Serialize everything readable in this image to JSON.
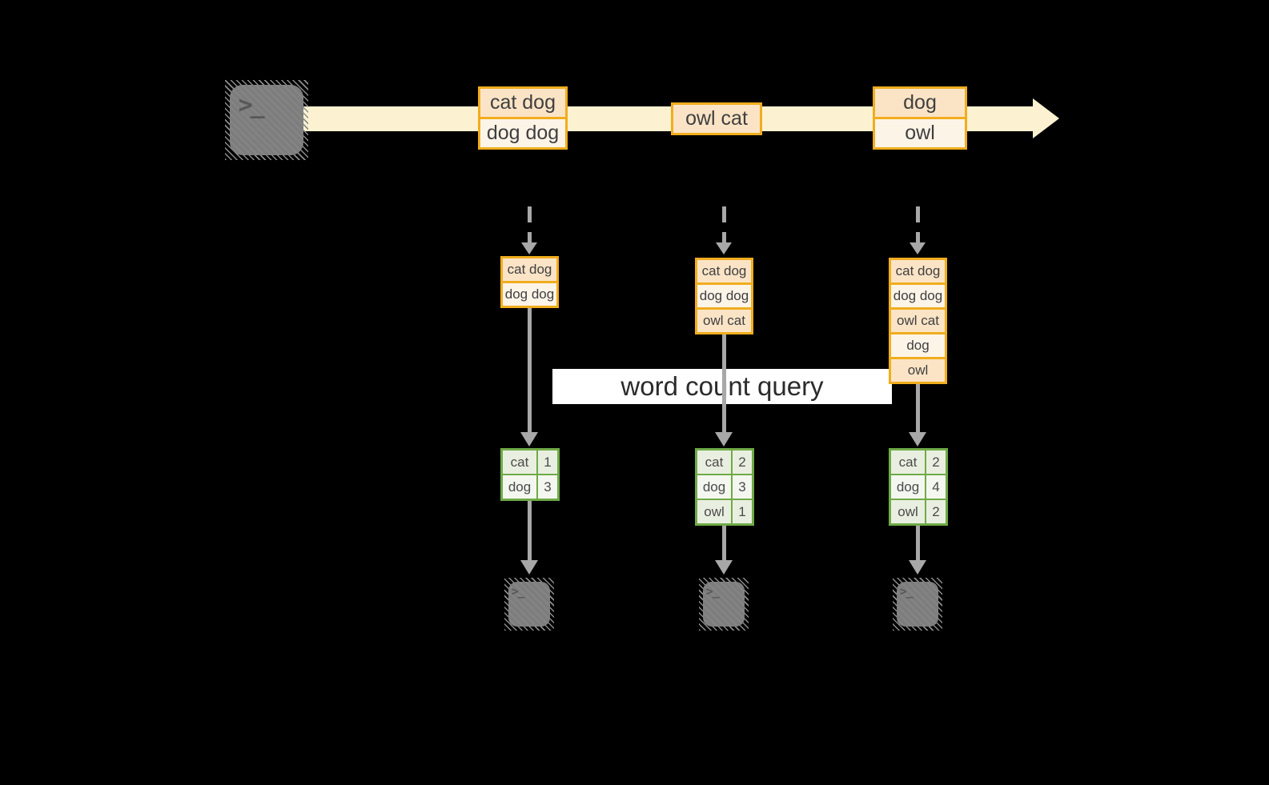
{
  "diagram": {
    "query_label": "word count query",
    "terminal_prompt": ">_",
    "stream_events": [
      {
        "rows": [
          "cat dog",
          "dog dog"
        ]
      },
      {
        "rows": [
          "owl cat"
        ]
      },
      {
        "rows": [
          "dog",
          "owl"
        ]
      }
    ],
    "state_buffers": [
      {
        "rows": [
          "cat dog",
          "dog dog"
        ]
      },
      {
        "rows": [
          "cat dog",
          "dog dog",
          "owl cat"
        ]
      },
      {
        "rows": [
          "cat dog",
          "dog dog",
          "owl cat",
          "dog",
          "owl"
        ]
      }
    ],
    "count_tables": [
      {
        "rows": [
          {
            "word": "cat",
            "count": "1"
          },
          {
            "word": "dog",
            "count": "3"
          }
        ]
      },
      {
        "rows": [
          {
            "word": "cat",
            "count": "2"
          },
          {
            "word": "dog",
            "count": "3"
          },
          {
            "word": "owl",
            "count": "1"
          }
        ]
      },
      {
        "rows": [
          {
            "word": "cat",
            "count": "2"
          },
          {
            "word": "dog",
            "count": "4"
          },
          {
            "word": "owl",
            "count": "2"
          }
        ]
      }
    ],
    "colors": {
      "background": "#000000",
      "stream_arrow": "#fcf2d1",
      "record_border": "#f0ad1d",
      "record_row_dark": "#fbe4c6",
      "record_row_light": "#fdf4e8",
      "table_border": "#6faa47",
      "table_row_dark": "#e9efe0",
      "table_row_light": "#f4f7f0",
      "flow_arrow": "#a8a8a8",
      "terminal_gray": "#7d7d7d",
      "query_band_bg": "#ffffff"
    }
  }
}
